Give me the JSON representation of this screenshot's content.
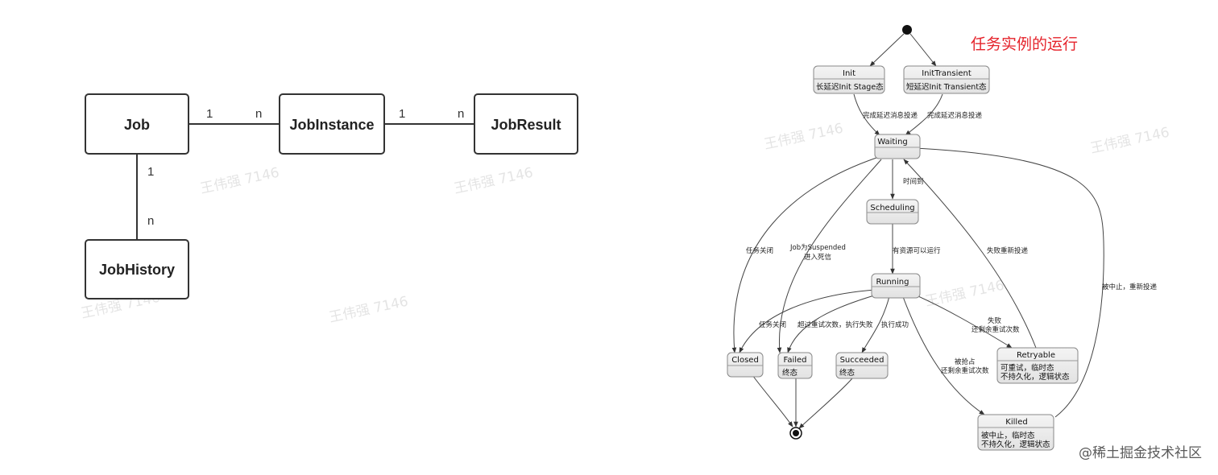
{
  "er_diagram": {
    "entities": [
      "Job",
      "JobInstance",
      "JobResult",
      "JobHistory"
    ],
    "relations": [
      {
        "from": "Job",
        "to": "JobInstance",
        "from_mult": "1",
        "to_mult": "n"
      },
      {
        "from": "JobInstance",
        "to": "JobResult",
        "from_mult": "1",
        "to_mult": "n"
      },
      {
        "from": "Job",
        "to": "JobHistory",
        "from_mult": "1",
        "to_mult": "n"
      }
    ],
    "watermark": "王伟强 7146"
  },
  "state_diagram": {
    "heading": "任务实例的运行",
    "states": {
      "init": {
        "title": "Init",
        "desc": "长延迟Init Stage态"
      },
      "init_transient": {
        "title": "InitTransient",
        "desc": "短延迟Init Transient态"
      },
      "waiting": {
        "title": "Waiting"
      },
      "scheduling": {
        "title": "Scheduling"
      },
      "running": {
        "title": "Running"
      },
      "closed": {
        "title": "Closed"
      },
      "failed": {
        "title": "Failed",
        "desc": "终态"
      },
      "succeeded": {
        "title": "Succeeded",
        "desc": "终态"
      },
      "retryable": {
        "title": "Retryable",
        "desc1": "可重试，临时态",
        "desc2": "不持久化，逻辑状态"
      },
      "killed": {
        "title": "Killed",
        "desc1": "被中止，临时态",
        "desc2": "不持久化，逻辑状态"
      }
    },
    "edges": {
      "init_to_waiting": "完成延迟消息投递",
      "transient_to_waiting": "完成延迟消息投递",
      "waiting_to_scheduling": "时间到",
      "scheduling_to_running": "有资源可以运行",
      "waiting_to_closed": "任务关闭",
      "waiting_to_failed_1": "Job为Suspended",
      "waiting_to_failed_2": "进入死信",
      "running_to_closed": "任务关闭",
      "running_to_failed": "超过重试次数，执行失败",
      "running_to_succeeded": "执行成功",
      "running_to_retryable_1": "失败",
      "running_to_retryable_2": "还剩余重试次数",
      "running_to_killed_1": "被抢占",
      "running_to_killed_2": "还剩余重试次数",
      "retryable_to_waiting": "失败重新投递",
      "killed_to_waiting": "被中止，重新投递"
    }
  },
  "footer": "@稀土掘金技术社区"
}
